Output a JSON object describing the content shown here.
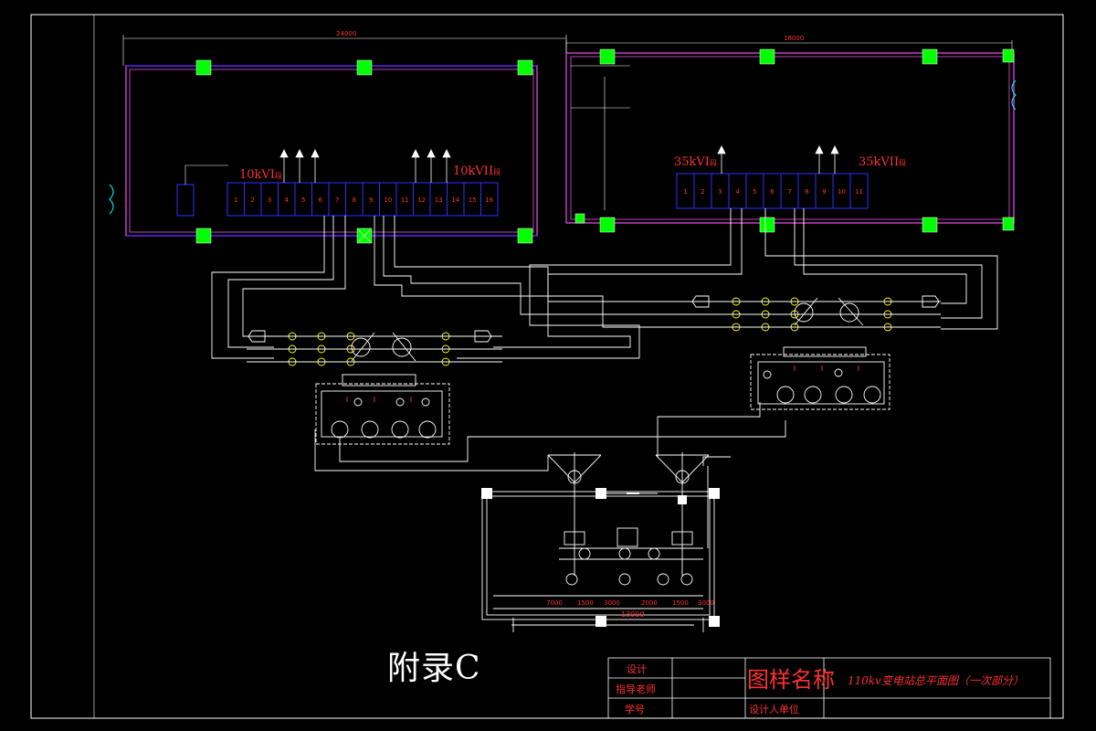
{
  "appendix_label": "附录C",
  "bus_labels": {
    "bus_10kv_1": "10kVI",
    "bus_10kv_2": "10kVII",
    "bus_35kv_1": "35kVI",
    "bus_35kv_2": "35kVII",
    "bus_suffix": "段"
  },
  "panels_10kv": [
    "1",
    "2",
    "3",
    "4",
    "5",
    "6",
    "7",
    "8",
    "9",
    "10",
    "11",
    "12",
    "13",
    "14",
    "15",
    "16"
  ],
  "panels_35kv": [
    "1",
    "2",
    "3",
    "4",
    "5",
    "6",
    "7",
    "8",
    "9",
    "10",
    "11"
  ],
  "dimensions": {
    "bottom_total": "13000",
    "bottom_segments": [
      "7000",
      "1500",
      "3000",
      "2000",
      "1500",
      "3000"
    ],
    "building_left_width": "24000",
    "building_right_width": "16000"
  },
  "title_block": {
    "design": "设计",
    "advisor": "指导老师",
    "student_id": "学号",
    "drawing_name_label": "图样名称",
    "drawing_name": "110kv变电站总平面图（一次部分）",
    "design_unit": "设计人单位"
  },
  "colors": {
    "background": "#000000",
    "frame": "#ffffff",
    "panel_blue": "#3030ff",
    "column_green": "#00ff00",
    "wall_magenta": "#c040c0",
    "text_red": "#ff3030",
    "cable_white": "#ffffff"
  }
}
